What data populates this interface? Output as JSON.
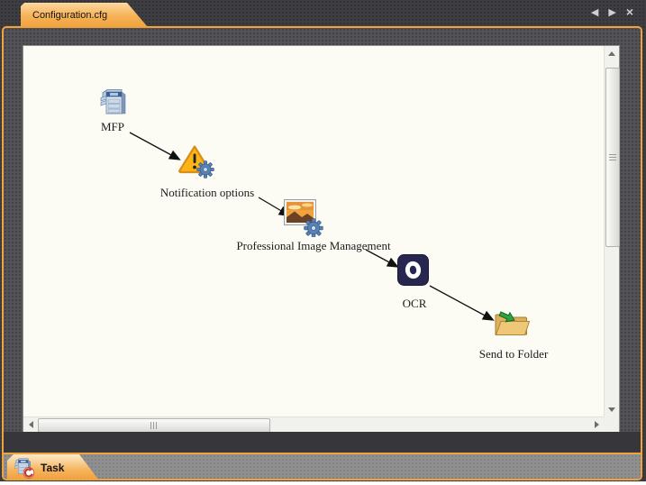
{
  "window": {
    "top_tab": {
      "label": "Configuration.cfg"
    },
    "nav": {
      "prev_glyph": "◀",
      "next_glyph": "▶",
      "close_glyph": "×"
    }
  },
  "canvas": {
    "nodes": [
      {
        "label": "MFP",
        "icon": "mfp-device-icon"
      },
      {
        "label": "Notification options",
        "icon": "warning-gear-icon"
      },
      {
        "label": "Professional Image Management",
        "icon": "image-gear-icon"
      },
      {
        "label": "OCR",
        "icon": "ocr-icon"
      },
      {
        "label": "Send to Folder",
        "icon": "folder-send-icon"
      }
    ],
    "connections": [
      {
        "from": "MFP",
        "to": "Notification options"
      },
      {
        "from": "Notification options",
        "to": "Professional Image Management"
      },
      {
        "from": "Professional Image Management",
        "to": "OCR"
      },
      {
        "from": "OCR",
        "to": "Send to Folder"
      }
    ]
  },
  "bottom_bar": {
    "task_tab": {
      "label": "Task",
      "icon": "task-workflow-icon"
    }
  },
  "colors": {
    "accent_orange": "#f0a23c",
    "tab_gradient_top": "#fdd9a0",
    "topbar_bg": "#3e3e42",
    "frame_bg": "#525257",
    "canvas_bg": "#fcfcf5",
    "taskbar_bg": "#8f8f8f",
    "ocr_navy": "#26264f",
    "warning_yellow": "#fdb515",
    "gear_blue": "#5b82b2",
    "folder_tan": "#eec878",
    "arrow_green": "#33a043"
  }
}
